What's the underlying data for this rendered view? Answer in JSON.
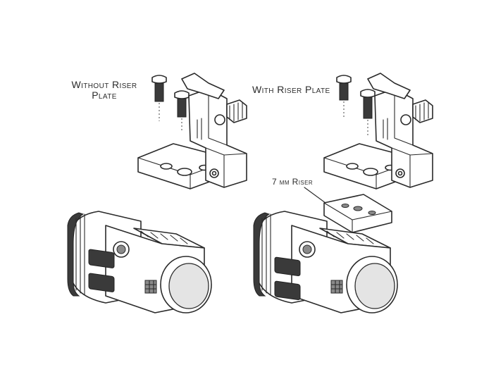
{
  "labels": {
    "without_riser_line1": "Without Riser",
    "without_riser_line2": "Plate",
    "with_riser": "With Riser Plate",
    "riser": "7 mm Riser"
  },
  "colors": {
    "ink": "#2a2a2a",
    "background": "#ffffff"
  }
}
